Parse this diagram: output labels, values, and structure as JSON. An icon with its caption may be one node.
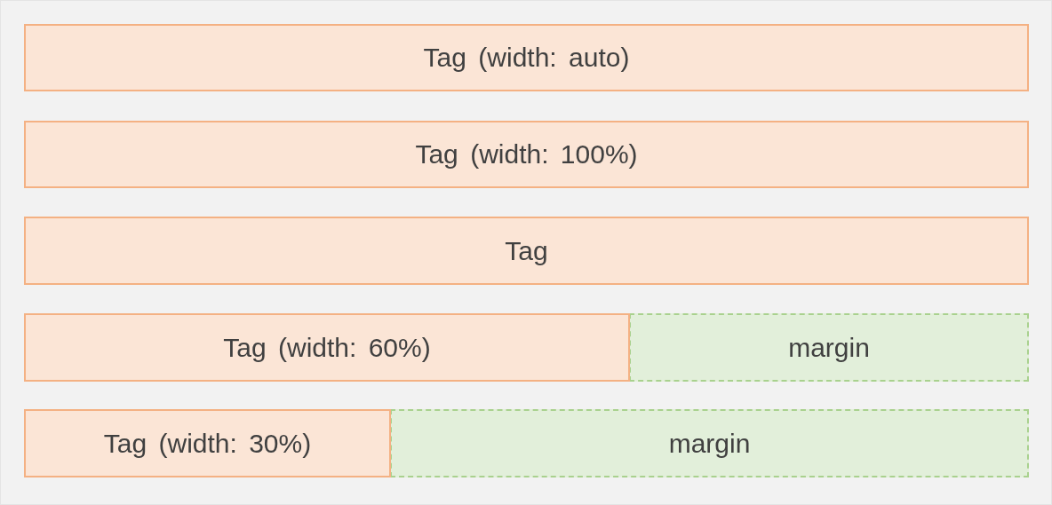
{
  "diagram": {
    "nodes": [
      {
        "text": [
          "Tag (width: auto)"
        ]
      },
      {
        "text": [
          "Tag (width: 100%)"
        ]
      },
      {
        "text": [
          "Tag"
        ]
      },
      {
        "text": [
          "Tag (width: 60%)"
        ]
      },
      {
        "text": [
          "margin"
        ]
      },
      {
        "text": [
          "Tag (width: 30%)"
        ]
      },
      {
        "text": [
          "margin"
        ]
      }
    ]
  }
}
